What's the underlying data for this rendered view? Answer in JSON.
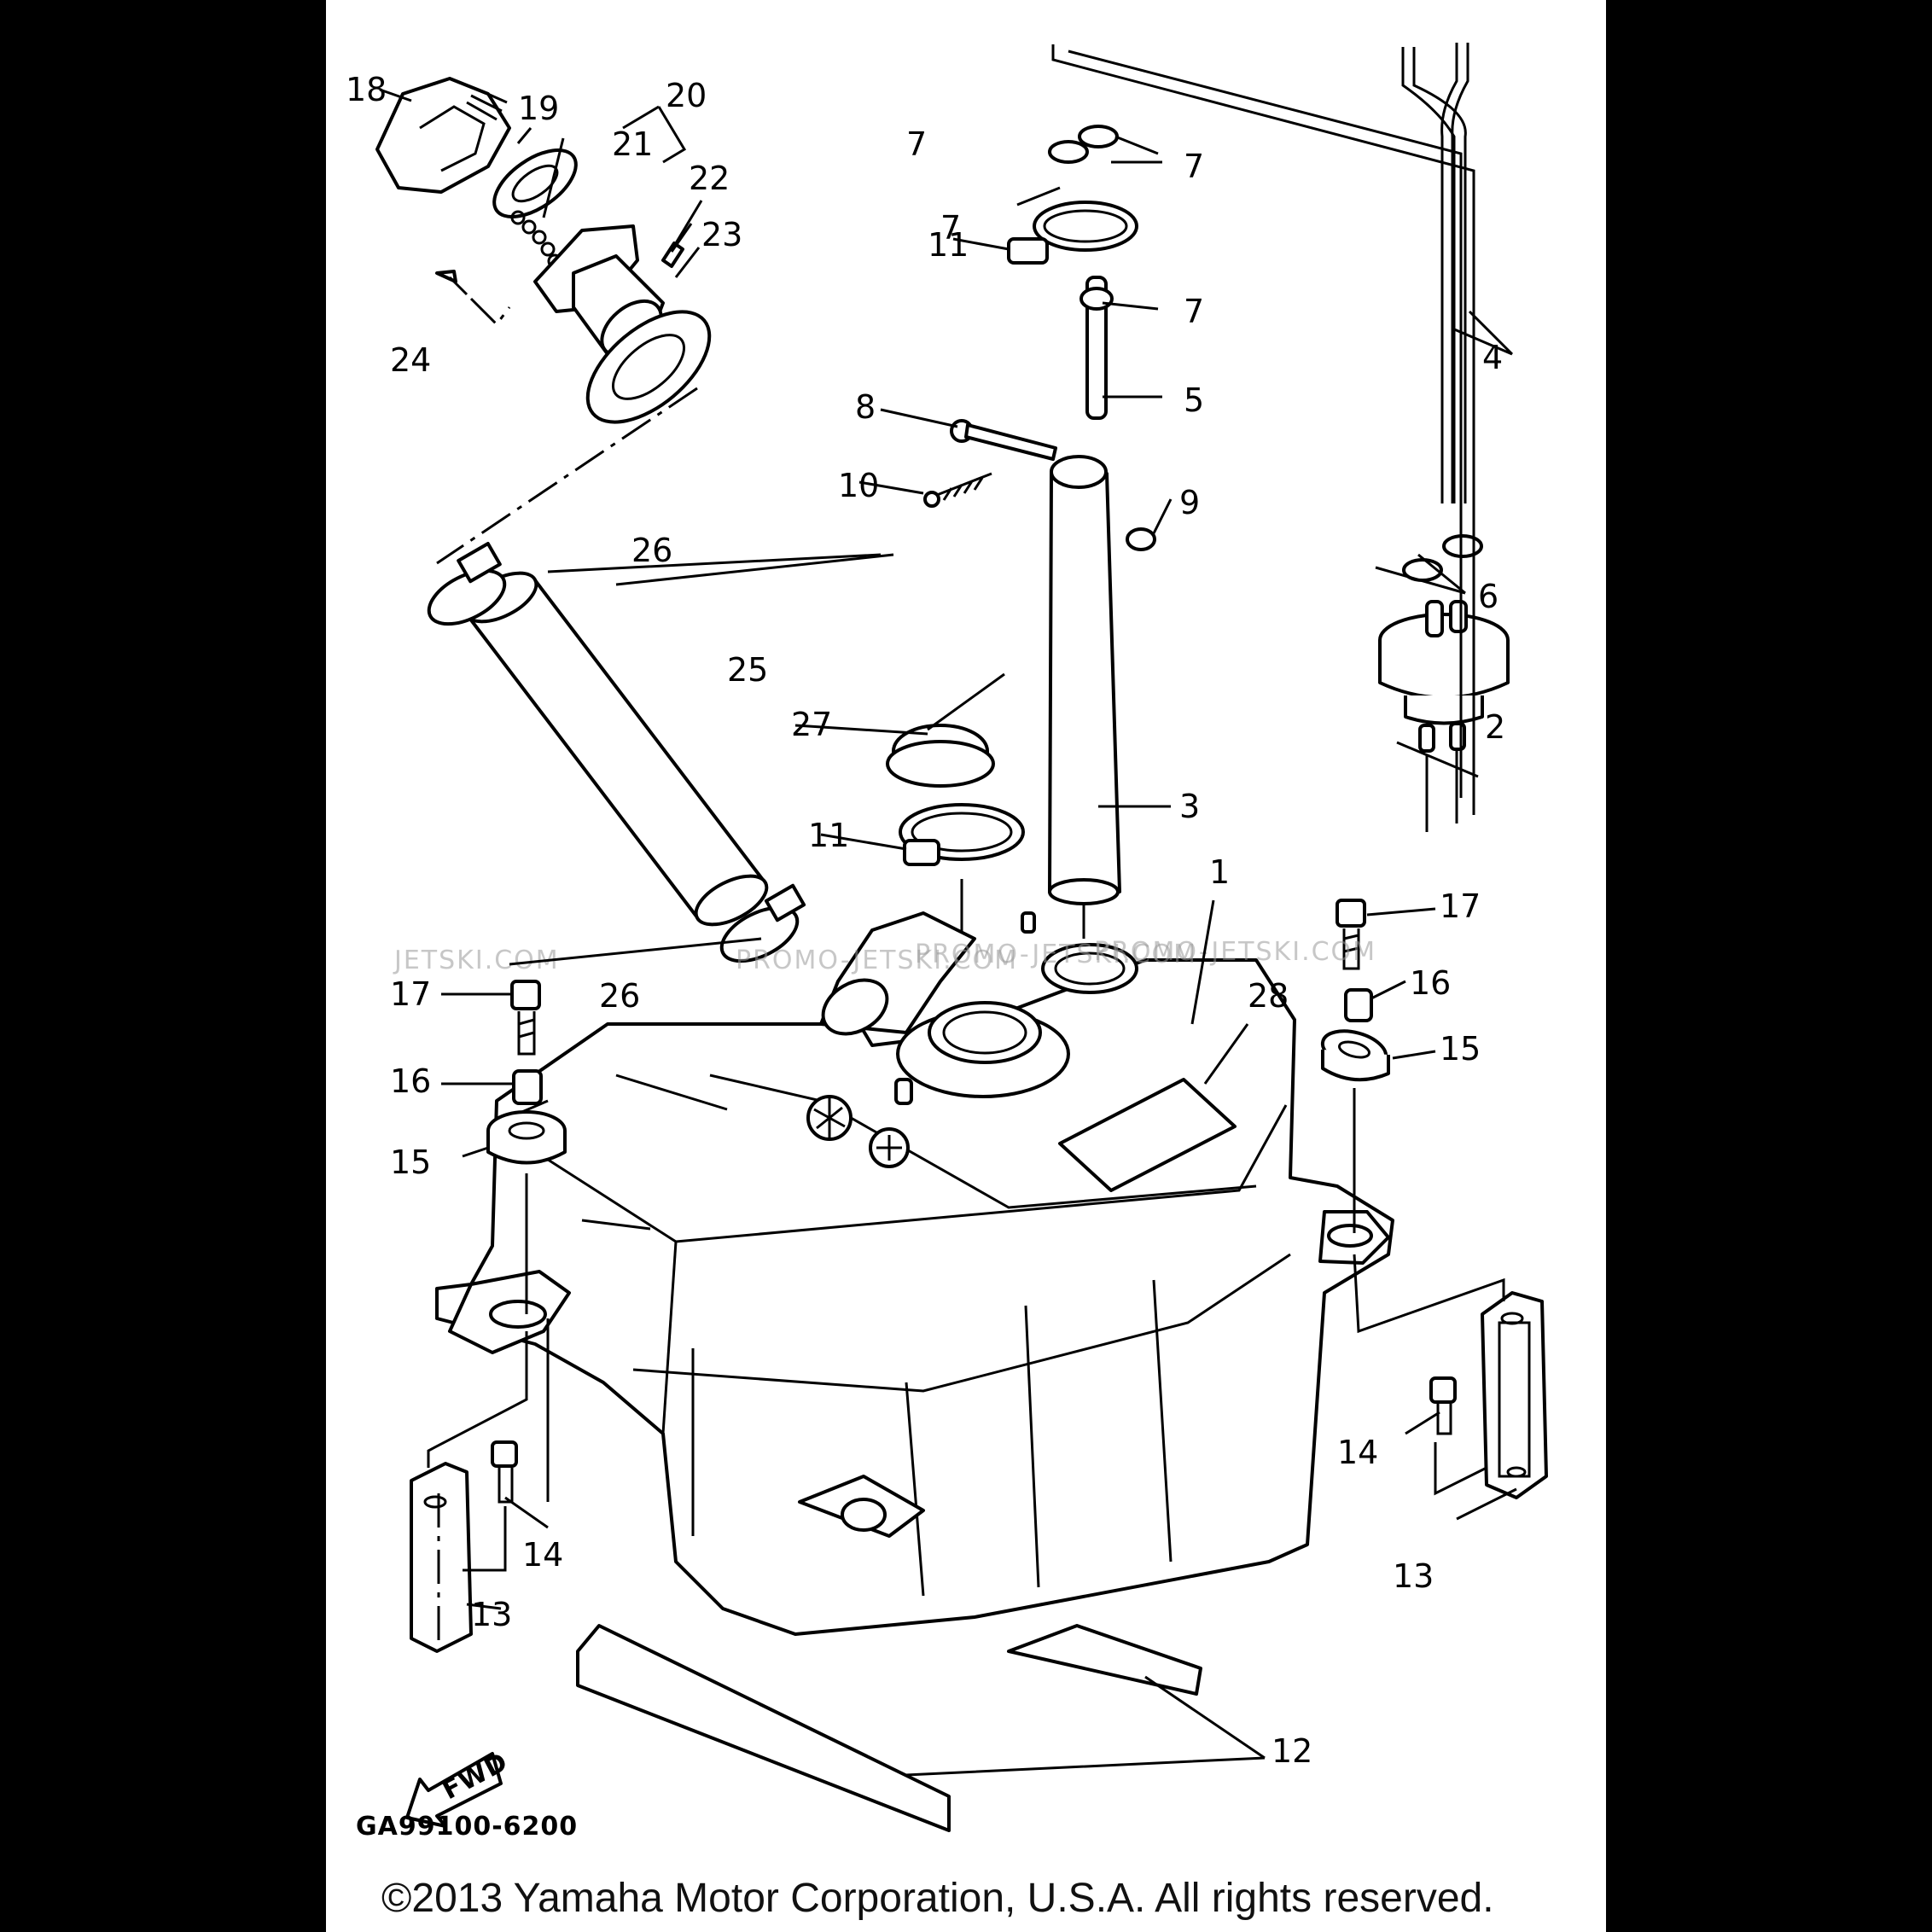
{
  "diagram": {
    "reference_code": "GA99100-6200",
    "copyright": "©2013 Yamaha Motor Corporation, U.S.A. All rights reserved.",
    "direction_label": "FWD",
    "watermarks": [
      "JETSKI.COM",
      "PROMO-JETSKI.COM",
      "PROMO-JETSKI.COM",
      "PROMO-JETSKI.COM"
    ],
    "callouts": [
      "1",
      "2",
      "3",
      "4",
      "5",
      "6",
      "7",
      "7",
      "7",
      "7",
      "8",
      "9",
      "10",
      "11",
      "11",
      "12",
      "13",
      "13",
      "14",
      "14",
      "15",
      "15",
      "16",
      "16",
      "17",
      "17",
      "18",
      "19",
      "20",
      "21",
      "22",
      "23",
      "24",
      "25",
      "26",
      "26",
      "27",
      "28"
    ]
  }
}
